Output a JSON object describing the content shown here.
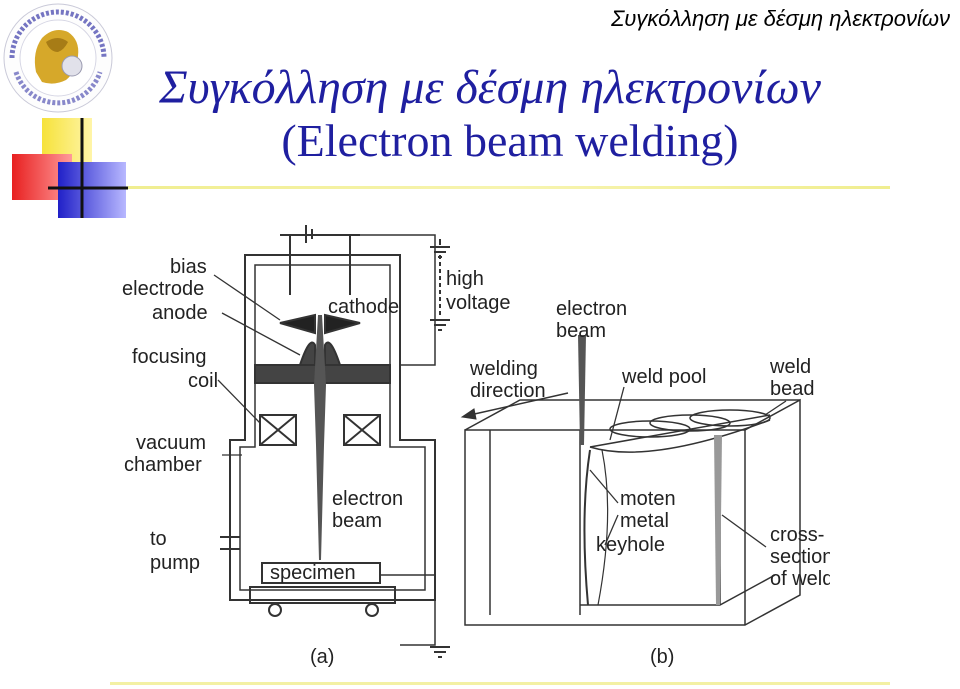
{
  "header": {
    "small_title": "Συγκόλληση με δέσμη ηλεκτρονίων"
  },
  "title": {
    "line1": "Συγκόλληση με δέσμη ηλεκτρονίων",
    "line2": "(Electron beam welding)"
  },
  "diagram_a": {
    "labels": {
      "bias": "bias",
      "electrode": "electrode",
      "anode": "anode",
      "focusing": "focusing",
      "coil": "coil",
      "vacuum": "vacuum",
      "chamber": "chamber",
      "to": "to",
      "pump": "pump",
      "cathode": "cathode",
      "high": "high",
      "voltage": "voltage",
      "electron": "electron",
      "beam": "beam",
      "specimen": "specimen",
      "caption": "(a)"
    }
  },
  "diagram_b": {
    "labels": {
      "electron": "electron",
      "beam": "beam",
      "welding": "welding",
      "direction": "direction",
      "weld_pool": "weld pool",
      "weld": "weld",
      "bead": "bead",
      "moten": "moten",
      "metal": "metal",
      "keyhole": "keyhole",
      "cross": "cross-",
      "section": "section",
      "of_weld": "of weld",
      "caption": "(b)"
    }
  }
}
